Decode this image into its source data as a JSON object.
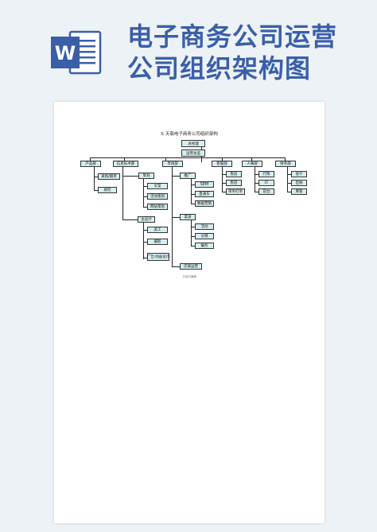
{
  "header": {
    "title_line1": "电子商务公司运营",
    "title_line2": "公司组织架构图",
    "app_icon": "word-doc-icon",
    "icon_letter": "W",
    "accent": "#3a5fa8"
  },
  "document": {
    "heading": "X 天翡电子商务公司组织架构",
    "footer": "文档可编辑",
    "org": {
      "top": "总经理",
      "ops_head": "运营总监",
      "departments": [
        "产品部",
        "信息技术部",
        "市场部",
        "客服部",
        "人事部",
        "财务部"
      ],
      "product": [
        "采购/跟单",
        "质检"
      ],
      "market": {
        "planning": "策划",
        "planning_items": [
          "文案",
          "活动策划",
          "网站策划"
        ],
        "art": "主设计",
        "art_items": [
          "美工",
          "摄影",
          "广告/动画设计"
        ]
      },
      "promotion": {
        "head": "推广",
        "items": [
          "SEM",
          "直通车",
          "数据营销"
        ]
      },
      "operations": {
        "head": "渠道",
        "items": [
          "活动",
          "分销",
          "编务"
        ],
        "tail": "店铺运营"
      },
      "service": [
        "售前",
        "售后",
        "审单打单"
      ],
      "hr": [
        "行政",
        "IT",
        "前台"
      ],
      "finance": [
        "会计",
        "出纳",
        "库管"
      ]
    }
  }
}
